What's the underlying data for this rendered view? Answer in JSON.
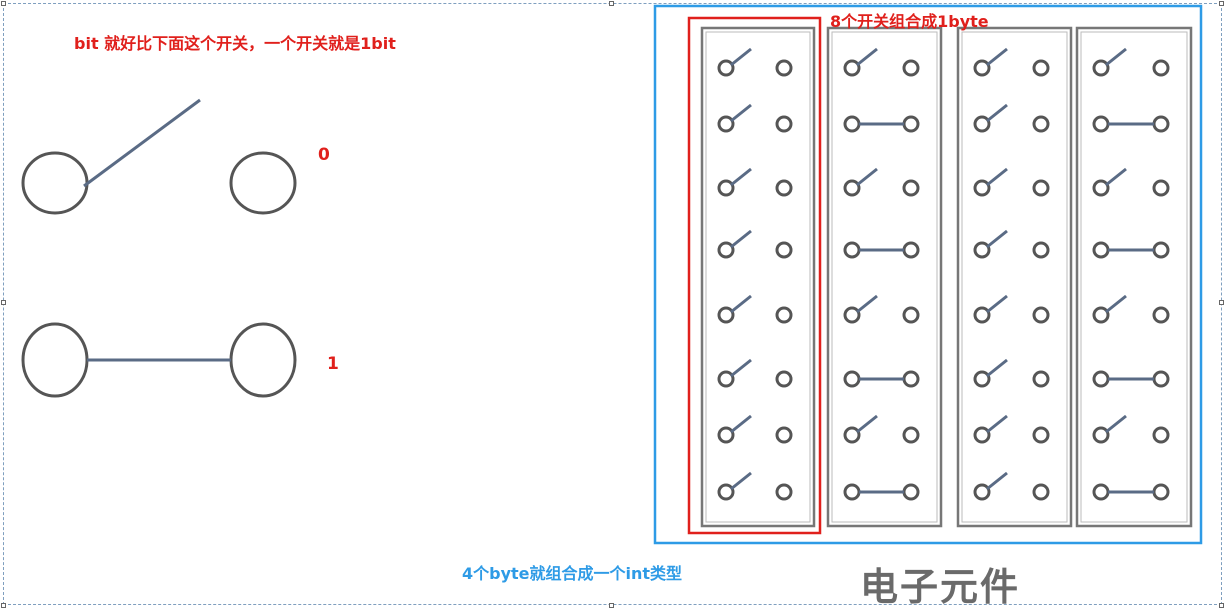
{
  "annotations": {
    "bit_caption": "bit 就好比下面这个开关，一个开关就是1bit",
    "off_label": "0",
    "on_label": "1",
    "byte_caption": "8个开关组合成1byte",
    "int_caption": "4个byte就组合成一个int类型",
    "component_caption": "电子元件"
  },
  "switch_bank": {
    "columns": [
      {
        "switches": [
          "open",
          "open",
          "open",
          "open",
          "open",
          "open",
          "open",
          "open"
        ]
      },
      {
        "switches": [
          "open",
          "closed",
          "open",
          "closed",
          "open",
          "closed",
          "open",
          "closed"
        ]
      },
      {
        "switches": [
          "open",
          "open",
          "open",
          "open",
          "open",
          "open",
          "open",
          "open"
        ]
      },
      {
        "switches": [
          "open",
          "closed",
          "open",
          "closed",
          "open",
          "closed",
          "open",
          "closed"
        ]
      }
    ]
  },
  "colors": {
    "red_annotation": "#e0201c",
    "blue_annotation": "#2e9be6",
    "switch_stroke": "#555555",
    "wire": "#5a6b85",
    "component_text": "#6a6a6a"
  }
}
